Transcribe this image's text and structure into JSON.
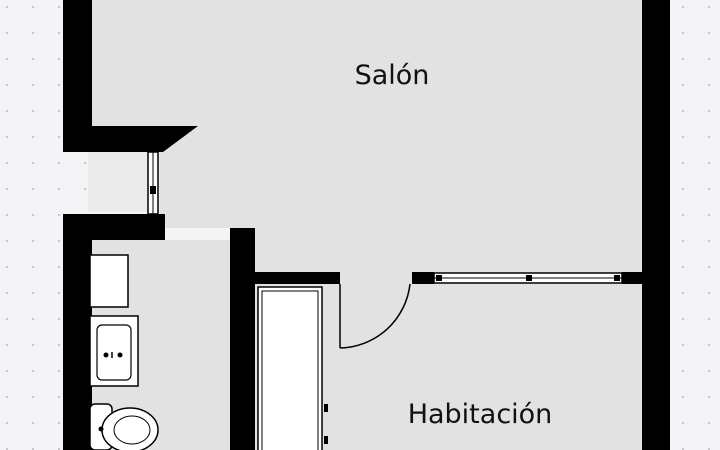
{
  "floorplan": {
    "rooms": [
      {
        "id": "salon",
        "label": "Salón"
      },
      {
        "id": "habitacion",
        "label": "Habitación"
      }
    ]
  },
  "colors": {
    "background": "#f4f4f6",
    "floor": "#e2e2e2",
    "wall": "#000000",
    "fixture": "#ffffff",
    "dots": "#c7c7d4"
  }
}
